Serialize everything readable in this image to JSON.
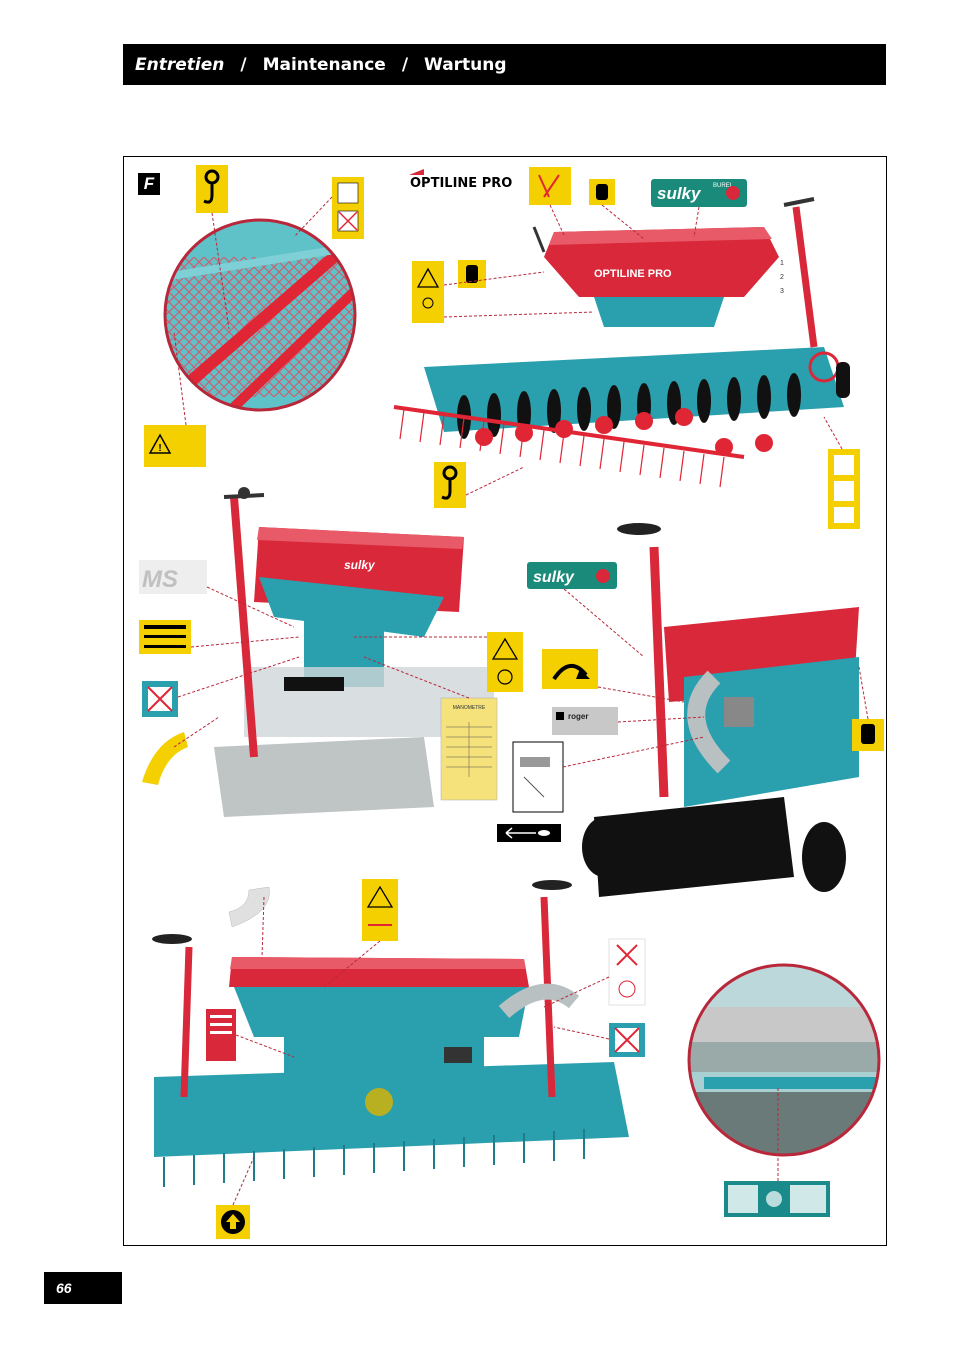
{
  "header": {
    "title_fr": "Entretien",
    "separator": "/",
    "title_en": "Maintenance",
    "title_de": "Wartung"
  },
  "figure": {
    "letter": "F",
    "brand_optiline": "OPTILINE PRO",
    "brand_sulky": "sulky",
    "brand_sulky_sub": "BUREL",
    "brand_ms": "MS",
    "brand_roger": "roger",
    "hopper_text": "OPTILINE PRO",
    "scale_marks": [
      "1",
      "2",
      "3"
    ],
    "manometer_title": "MANOMETRE"
  },
  "colors": {
    "accent_red": "#d8283a",
    "teal": "#2a9fae",
    "sticker_yellow": "#f5d000",
    "sulky_green": "#1a8a7a"
  },
  "footer": {
    "page_number": "66"
  }
}
